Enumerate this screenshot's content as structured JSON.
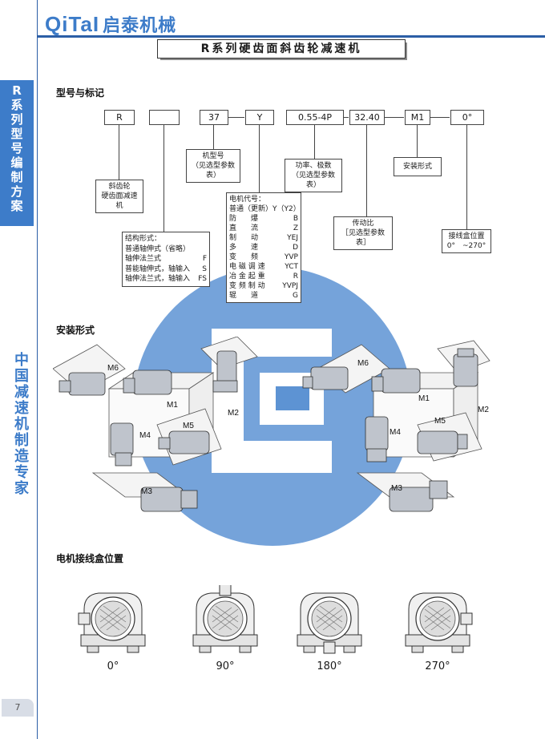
{
  "header": {
    "logo_text": "QiTaI",
    "logo_cn": "启泰机械",
    "title": "R系列硬齿面斜齿轮减速机"
  },
  "sidebar": {
    "section_tab": [
      "R",
      "系",
      "列",
      "型",
      "号",
      "编",
      "制",
      "方",
      "案"
    ],
    "slogan": [
      "中",
      "国",
      "减",
      "速",
      "机",
      "制",
      "造",
      "专",
      "家"
    ],
    "page_number": "7"
  },
  "model_section": {
    "heading": "型号与标记",
    "codes": [
      "R",
      "",
      "37",
      "Y",
      "0.55-4P",
      "32.40",
      "M1",
      "0°"
    ],
    "note_gear": [
      "斜齿轮",
      "硬齿面减速机"
    ],
    "note_size": [
      "机型号",
      "（见选型参数表）"
    ],
    "note_power": [
      "功率、极数",
      "（见选型参数表）"
    ],
    "note_mount": "安装形式",
    "note_ratio": [
      "传动比",
      "［见选型参数表］"
    ],
    "note_box": [
      "接线盒位置",
      "0°　~270°"
    ],
    "note_structure": {
      "title": "结构形式：",
      "rows": [
        [
          "普通轴伸式（省略）",
          ""
        ],
        [
          "轴伸法兰式",
          "F"
        ],
        [
          "普能轴伸式，轴输入",
          "S"
        ],
        [
          "轴伸法兰式，轴输入",
          "FS"
        ]
      ]
    },
    "note_motor": {
      "title": "电机代号：",
      "first": "普通（更新）Y（Y2）",
      "rows": [
        [
          "防　　爆",
          "B"
        ],
        [
          "直　　流",
          "Z"
        ],
        [
          "制　　动",
          "YEJ"
        ],
        [
          "多　　速",
          "D"
        ],
        [
          "变　　频",
          "YVP"
        ],
        [
          "电 磁 调 速",
          "YCT"
        ],
        [
          "冶 金 起 重",
          "R"
        ],
        [
          "变 频 制 动",
          "YVPJ"
        ],
        [
          "辊　　道",
          "G"
        ]
      ]
    }
  },
  "mount_section": {
    "heading": "安装形式",
    "labels": [
      "M6",
      "M1",
      "M2",
      "M4",
      "M5",
      "M3"
    ]
  },
  "box_section": {
    "heading": "电机接线盒位置",
    "positions": [
      "0°",
      "90°",
      "180°",
      "270°"
    ]
  },
  "colors": {
    "brand_blue": "#3d7cc9",
    "rule_blue": "#2b5ea6",
    "watermark_blue": "#5d93d3"
  }
}
